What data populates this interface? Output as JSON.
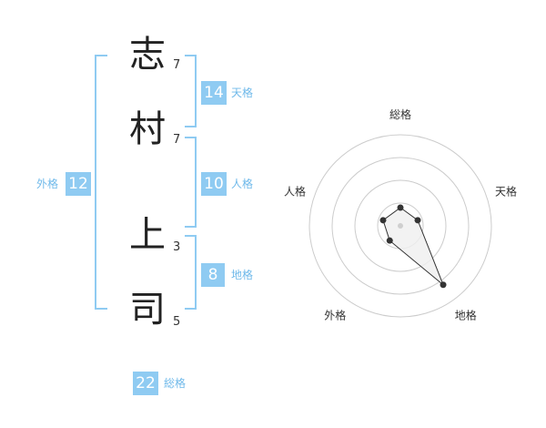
{
  "name": {
    "chars": [
      {
        "char": "志",
        "strokes": "7"
      },
      {
        "char": "村",
        "strokes": "7"
      },
      {
        "char": "上",
        "strokes": "3"
      },
      {
        "char": "司",
        "strokes": "5"
      }
    ]
  },
  "fortunes": {
    "tenkaku": {
      "value": "14",
      "label": "天格"
    },
    "jinkaku": {
      "value": "10",
      "label": "人格"
    },
    "chikaku": {
      "value": "8",
      "label": "地格"
    },
    "gaikaku": {
      "value": "12",
      "label": "外格"
    },
    "soukaku": {
      "value": "22",
      "label": "総格"
    }
  },
  "radar": {
    "axes": [
      "総格",
      "天格",
      "地格",
      "外格",
      "人格"
    ],
    "values": [
      1,
      1,
      4,
      1,
      1
    ],
    "max": 5,
    "rings": 4,
    "colors": {
      "ring": "#cccccc",
      "fill": "#efefef",
      "line": "#333333",
      "point": "#333333"
    }
  },
  "colors": {
    "accent": "#8fcbf2"
  }
}
